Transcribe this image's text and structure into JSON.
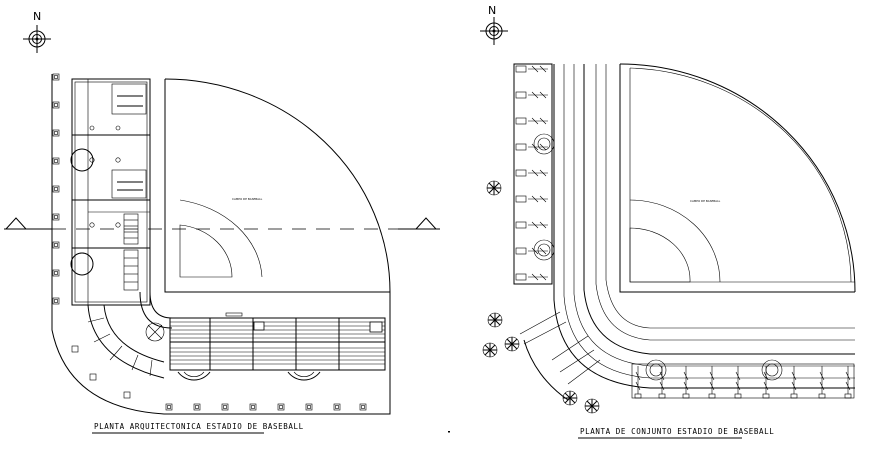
{
  "drawings": [
    {
      "id": "architectural-plan",
      "title": "PLANTA ARQUITECTONICA ESTADIO DE BASEBALL",
      "field_label": "CAMPO DE BASEBALL",
      "north_label": "N"
    },
    {
      "id": "site-plan",
      "title": "PLANTA DE CONJUNTO ESTADIO DE BASEBALL",
      "field_label": "CAMPO DE BASEBALL",
      "north_label": "N"
    }
  ]
}
